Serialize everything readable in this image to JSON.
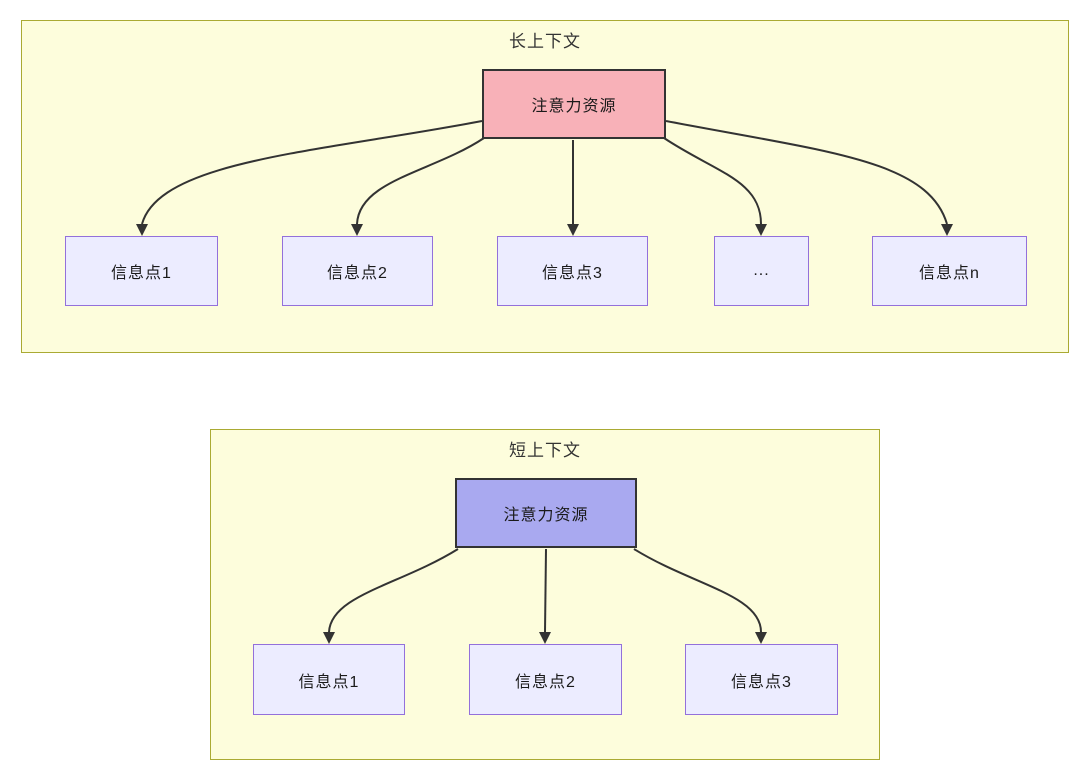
{
  "diagram": {
    "top_cluster": {
      "title": "长上下文",
      "root_label": "注意力资源",
      "children": [
        {
          "label": "信息点1"
        },
        {
          "label": "信息点2"
        },
        {
          "label": "信息点3"
        },
        {
          "label": "..."
        },
        {
          "label": "信息点n"
        }
      ]
    },
    "bottom_cluster": {
      "title": "短上下文",
      "root_label": "注意力资源",
      "children": [
        {
          "label": "信息点1"
        },
        {
          "label": "信息点2"
        },
        {
          "label": "信息点3"
        }
      ]
    },
    "colors": {
      "container_fill": "#fdfddc",
      "container_border": "#aaaa33",
      "root_top_fill": "#f8b1b8",
      "root_bottom_fill": "#a9a9f0",
      "root_border": "#333333",
      "child_fill": "#ececff",
      "child_border": "#9370db",
      "edge": "#333333"
    }
  }
}
